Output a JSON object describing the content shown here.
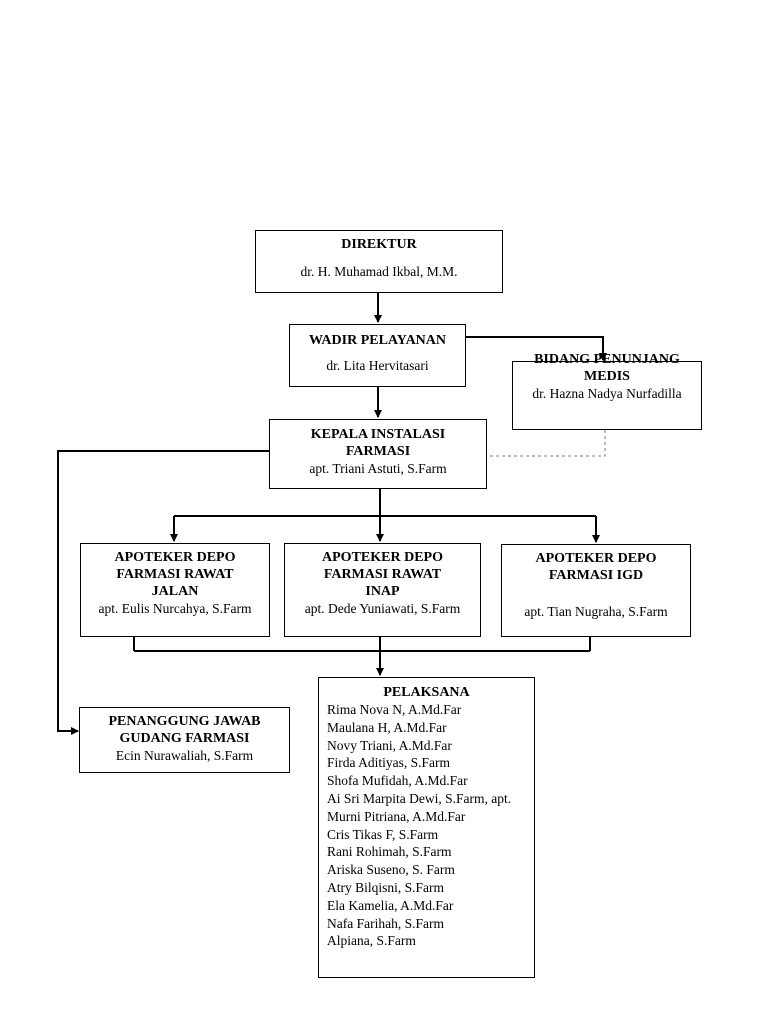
{
  "direktur": {
    "title": "DIREKTUR",
    "name": "dr. H. Muhamad Ikbal, M.M."
  },
  "wadir": {
    "title": "WADIR PELAYANAN",
    "name": "dr. Lita Hervitasari"
  },
  "bidang": {
    "title_line1": "BIDANG PENUNJANG",
    "title_line2": "MEDIS",
    "name": "dr. Hazna Nadya Nurfadilla"
  },
  "kepala": {
    "title_line1": "KEPALA INSTALASI",
    "title_line2": "FARMASI",
    "name": "apt. Triani Astuti, S.Farm"
  },
  "depo_jalan": {
    "title_line1": "APOTEKER DEPO",
    "title_line2": "FARMASI RAWAT",
    "title_line3": "JALAN",
    "name": "apt. Eulis Nurcahya, S.Farm"
  },
  "depo_inap": {
    "title_line1": "APOTEKER DEPO",
    "title_line2": "FARMASI RAWAT",
    "title_line3": "INAP",
    "name": "apt. Dede Yuniawati, S.Farm"
  },
  "depo_igd": {
    "title_line1": "APOTEKER DEPO",
    "title_line2": "FARMASI IGD",
    "name": "apt. Tian Nugraha, S.Farm"
  },
  "gudang": {
    "title_line1": "PENANGGUNG JAWAB",
    "title_line2": "GUDANG FARMASI",
    "name": "Ecin Nurawaliah, S.Farm"
  },
  "pelaksana": {
    "title": "PELAKSANA",
    "members": [
      "Rima Nova N, A.Md.Far",
      "Maulana H, A.Md.Far",
      "Novy Triani, A.Md.Far",
      "Firda Aditiyas, S.Farm",
      "Shofa Mufidah, A.Md.Far",
      "Ai Sri Marpita Dewi, S.Farm, apt.",
      "Murni Pitriana, A.Md.Far",
      "Cris Tikas F, S.Farm",
      "Rani Rohimah, S.Farm",
      "Ariska Suseno, S. Farm",
      "Atry Bilqisni, S.Farm",
      "Ela Kamelia, A.Md.Far",
      "Nafa Farihah, S.Farm",
      "Alpiana, S.Farm"
    ]
  }
}
